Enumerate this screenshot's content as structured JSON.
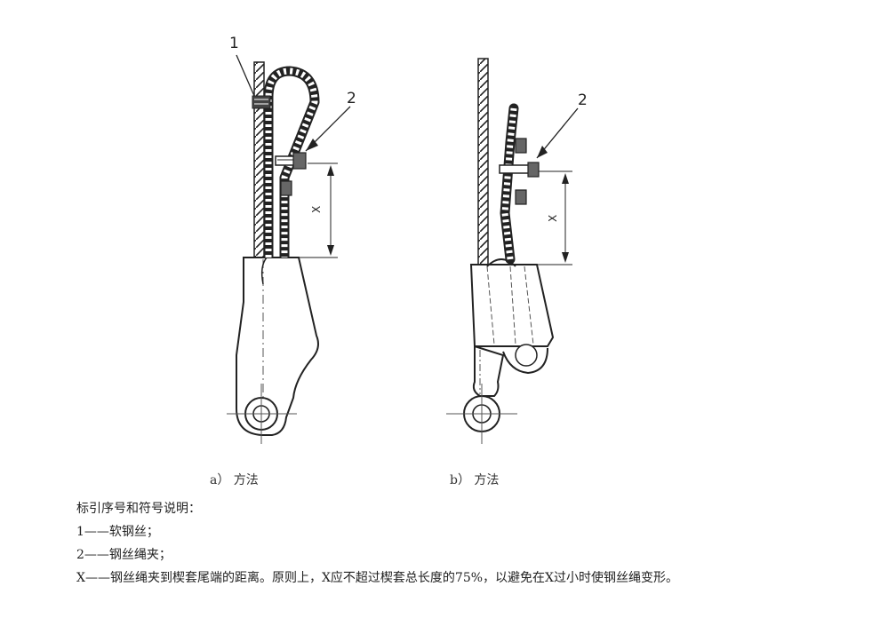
{
  "callouts": {
    "one": "1",
    "two_a": "2",
    "two_b": "2"
  },
  "dimension_label": "X",
  "captions": {
    "a": "a） 方法",
    "b": "b） 方法"
  },
  "legend": {
    "title": "标引序号和符号说明：",
    "item1": "1——软钢丝；",
    "item2": "2——钢丝绳夹；",
    "itemX": "X——钢丝绳夹到楔套尾端的距离。原则上，X应不超过楔套总长度的75%，以避免在X过小时使钢丝绳变形。"
  }
}
